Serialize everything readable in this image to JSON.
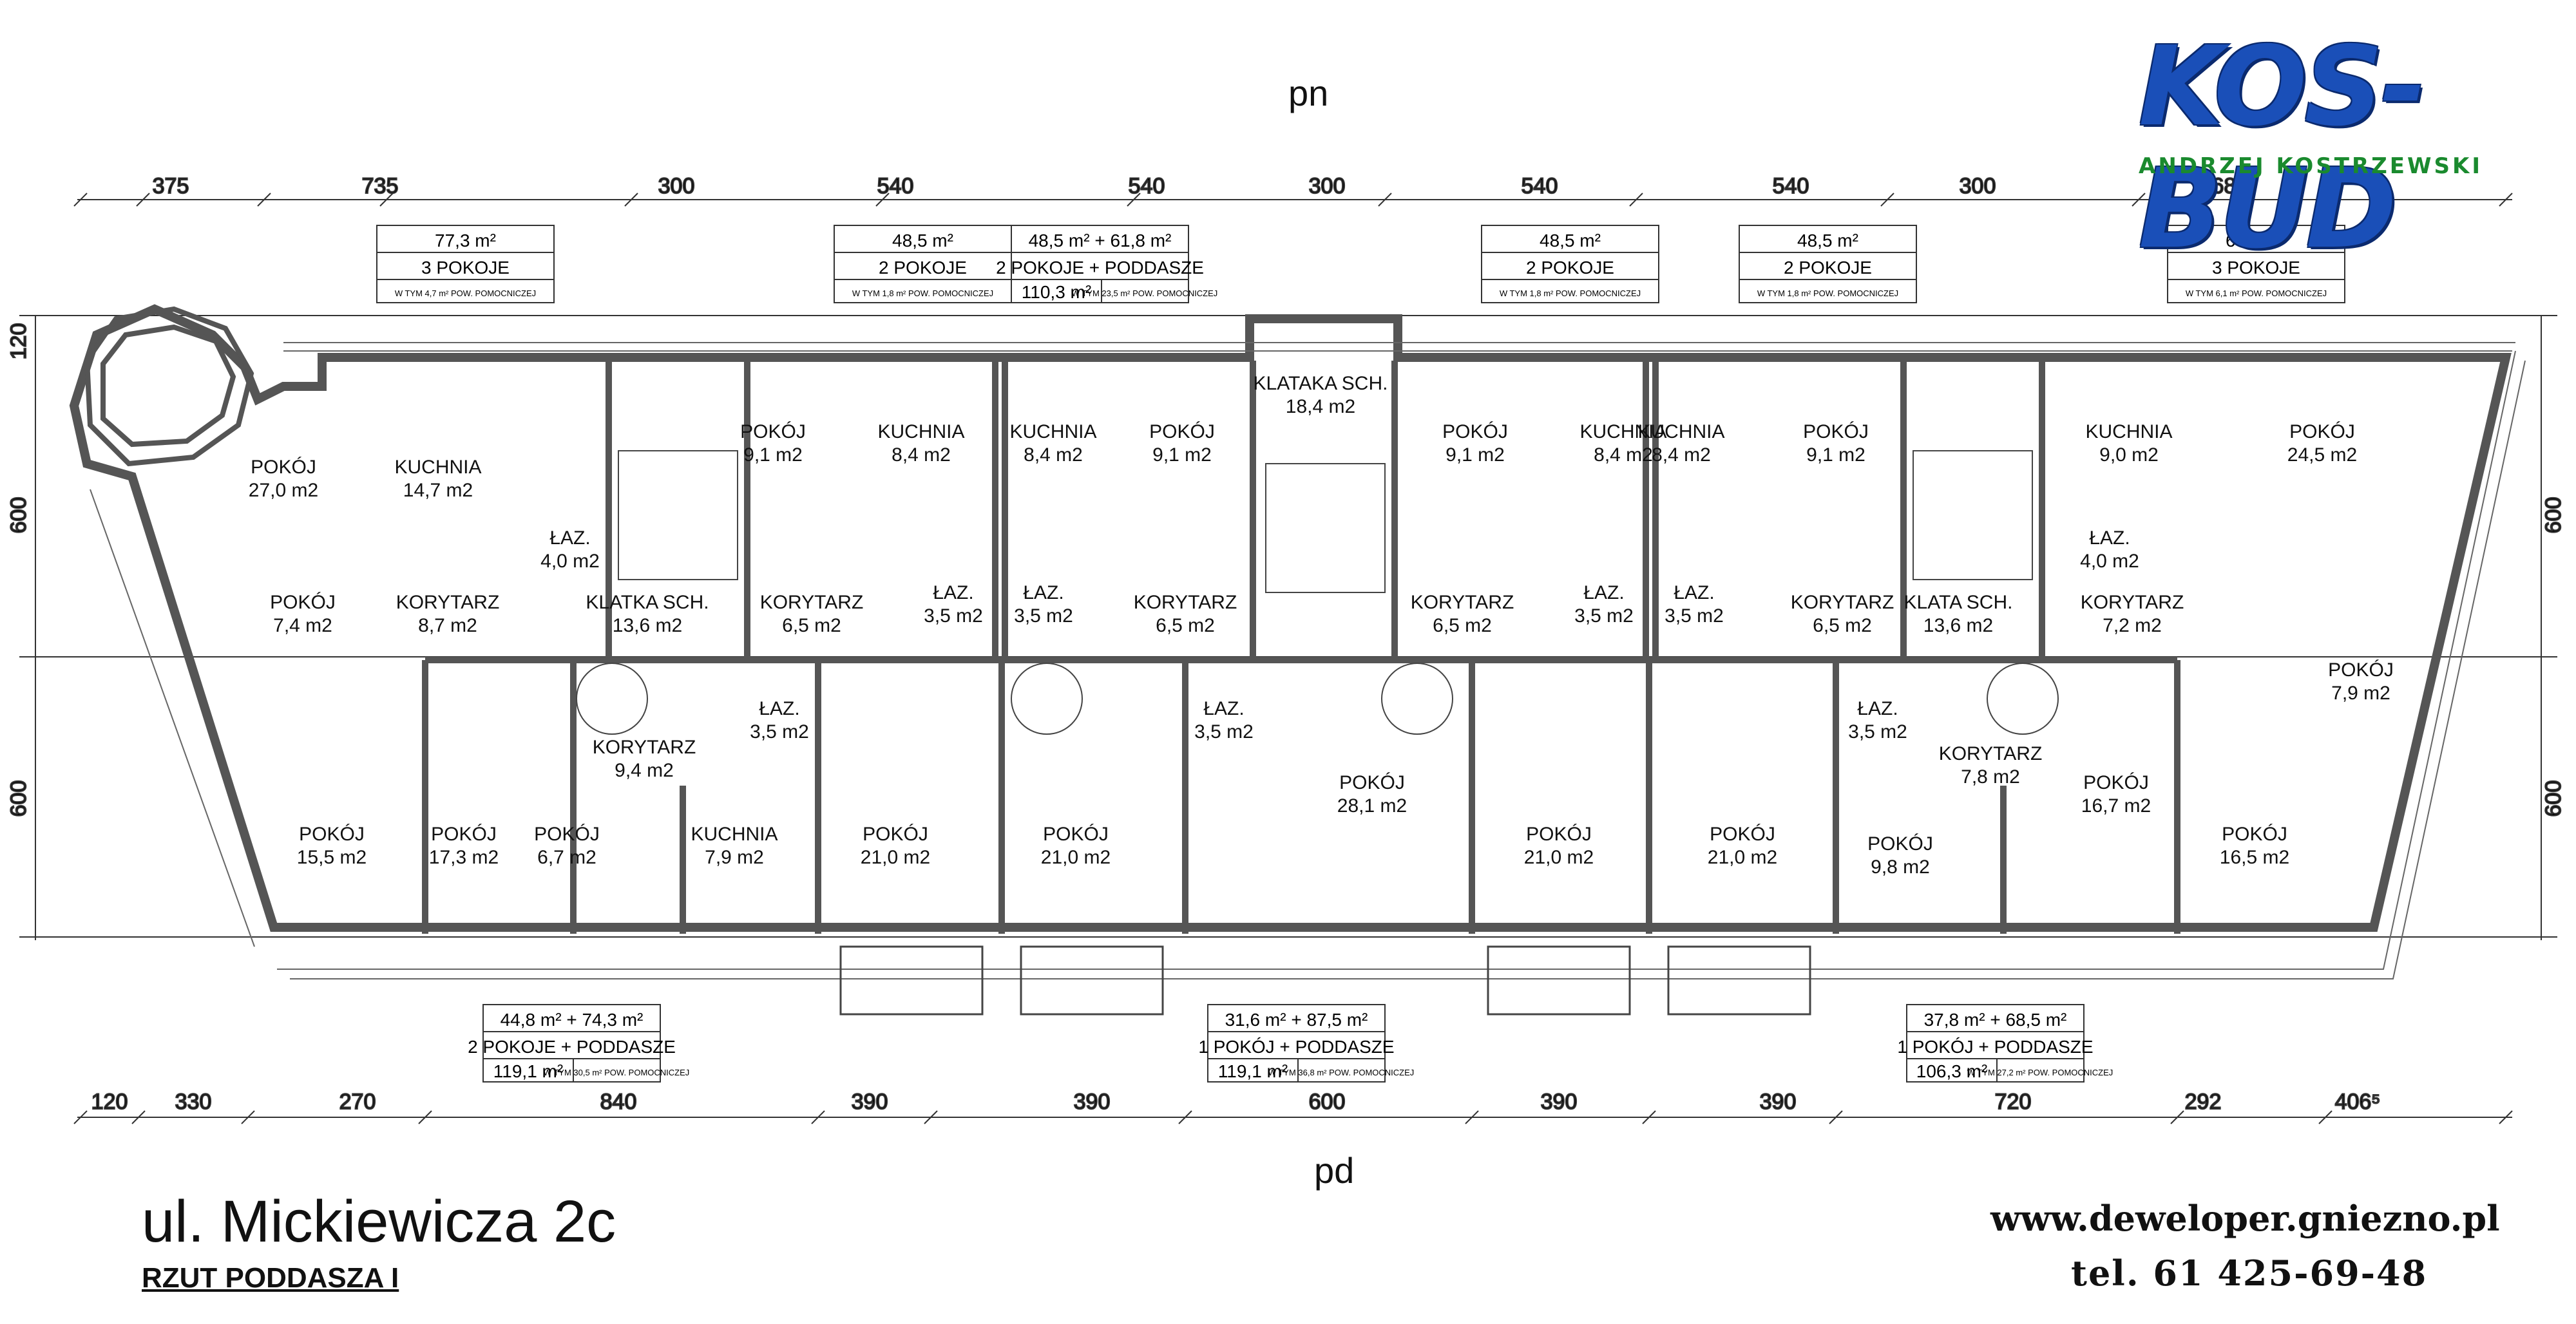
{
  "orientation": {
    "north": "pn",
    "south": "pd"
  },
  "logo": {
    "name": "KOS-BUD",
    "owner": "ANDRZEJ KOSTRZEWSKI"
  },
  "dimensions": {
    "top": [
      "375",
      "735",
      "300",
      "540",
      "540",
      "300",
      "540",
      "540",
      "300",
      "968⁵"
    ],
    "bottom": [
      "120",
      "330",
      "270",
      "840",
      "390",
      "390",
      "600",
      "390",
      "390",
      "720",
      "292",
      "406⁵"
    ],
    "left": [
      "120",
      "600",
      "600"
    ],
    "right": [
      "600",
      "600"
    ]
  },
  "units_top": [
    {
      "area": "77,3 m²",
      "rooms": "3 POKOJE",
      "note": "W TYM 4,7 m² POW. POMOCNICZEJ"
    },
    {
      "area": "48,5 m²",
      "rooms": "2 POKOJE",
      "note": "W TYM 1,8 m² POW. POMOCNICZEJ"
    },
    {
      "area": "48,5 m² + 61,8 m²",
      "rooms": "2 POKOJE + PODDASZE",
      "total": "110,3 m²",
      "note": "W TYM 23,5 m² POW. POMOCNICZEJ"
    },
    {
      "area": "48,5 m²",
      "rooms": "2 POKOJE",
      "note": "W TYM 1,8 m² POW. POMOCNICZEJ"
    },
    {
      "area": "48,5 m²",
      "rooms": "2 POKOJE",
      "note": "W TYM 1,8 m² POW. POMOCNICZEJ"
    },
    {
      "area": "69,1 m²",
      "rooms": "3 POKOJE",
      "note": "W TYM 6,1 m² POW. POMOCNICZEJ"
    }
  ],
  "units_bottom": [
    {
      "area": "44,8 m² + 74,3 m²",
      "rooms": "2 POKOJE + PODDASZE",
      "total": "119,1 m²",
      "note": "W TYM 30,5 m² POW. POMOCNICZEJ"
    },
    {
      "area": "31,6 m² + 87,5 m²",
      "rooms": "1 POKÓJ + PODDASZE",
      "total": "119,1 m²",
      "note": "W TYM 36,8 m² POW. POMOCNICZEJ"
    },
    {
      "area": "37,8 m² + 68,5 m²",
      "rooms": "1 POKÓJ + PODDASZE",
      "total": "106,3 m²",
      "note": "W TYM 27,2 m² POW. POMOCNICZEJ"
    }
  ],
  "rooms": [
    {
      "name": "POKÓJ",
      "area": "27,0 m2"
    },
    {
      "name": "KUCHNIA",
      "area": "14,7 m2"
    },
    {
      "name": "ŁAZ.",
      "area": "4,0 m2"
    },
    {
      "name": "POKÓJ",
      "area": "7,4 m2"
    },
    {
      "name": "KORYTARZ",
      "area": "8,7 m2"
    },
    {
      "name": "KLATKA SCH.",
      "area": "13,6 m2"
    },
    {
      "name": "POKÓJ",
      "area": "9,1 m2"
    },
    {
      "name": "KUCHNIA",
      "area": "8,4 m2"
    },
    {
      "name": "KUCHNIA",
      "area": "8,4 m2"
    },
    {
      "name": "POKÓJ",
      "area": "9,1 m2"
    },
    {
      "name": "KORYTARZ",
      "area": "6,5 m2"
    },
    {
      "name": "ŁAZ.",
      "area": "3,5 m2"
    },
    {
      "name": "ŁAZ.",
      "area": "3,5 m2"
    },
    {
      "name": "KORYTARZ",
      "area": "6,5 m2"
    },
    {
      "name": "KLATAKA SCH.",
      "area": "18,4 m2"
    },
    {
      "name": "POKÓJ",
      "area": "9,1 m2"
    },
    {
      "name": "KUCHNIA",
      "area": "8,4 m2"
    },
    {
      "name": "KUCHNIA",
      "area": "8,4 m2"
    },
    {
      "name": "POKÓJ",
      "area": "9,1 m2"
    },
    {
      "name": "KORYTARZ",
      "area": "6,5 m2"
    },
    {
      "name": "ŁAZ.",
      "area": "3,5 m2"
    },
    {
      "name": "ŁAZ.",
      "area": "3,5 m2"
    },
    {
      "name": "KORYTARZ",
      "area": "6,5 m2"
    },
    {
      "name": "KLATA SCH.",
      "area": "13,6 m2"
    },
    {
      "name": "KUCHNIA",
      "area": "9,0 m2"
    },
    {
      "name": "POKÓJ",
      "area": "24,5 m2"
    },
    {
      "name": "ŁAZ.",
      "area": "4,0 m2"
    },
    {
      "name": "KORYTARZ",
      "area": "7,2 m2"
    },
    {
      "name": "POKÓJ",
      "area": "7,9 m2"
    },
    {
      "name": "ŁAZ.",
      "area": "3,5 m2"
    },
    {
      "name": "KORYTARZ",
      "area": "9,4 m2"
    },
    {
      "name": "POKÓJ",
      "area": "15,5 m2"
    },
    {
      "name": "POKÓJ",
      "area": "17,3 m2"
    },
    {
      "name": "POKÓJ",
      "area": "6,7 m2"
    },
    {
      "name": "KUCHNIA",
      "area": "7,9 m2"
    },
    {
      "name": "POKÓJ",
      "area": "21,0 m2"
    },
    {
      "name": "POKÓJ",
      "area": "21,0 m2"
    },
    {
      "name": "ŁAZ.",
      "area": "3,5 m2"
    },
    {
      "name": "POKÓJ",
      "area": "28,1 m2"
    },
    {
      "name": "POKÓJ",
      "area": "21,0 m2"
    },
    {
      "name": "POKÓJ",
      "area": "21,0 m2"
    },
    {
      "name": "ŁAZ.",
      "area": "3,5 m2"
    },
    {
      "name": "KORYTARZ",
      "area": "7,8 m2"
    },
    {
      "name": "POKÓJ",
      "area": "9,8 m2"
    },
    {
      "name": "POKÓJ",
      "area": "16,7 m2"
    },
    {
      "name": "POKÓJ",
      "area": "16,5 m2"
    }
  ],
  "footer": {
    "address": "ul. Mickiewicza 2c",
    "drawing_title": "RZUT PODDASZA I",
    "website": "www.deweloper.gniezno.pl",
    "phone": "tel. 61 425-69-48"
  },
  "colors": {
    "logo_blue": "#1a4fb8",
    "logo_green": "#1a8a2e",
    "wall": "#555555"
  }
}
